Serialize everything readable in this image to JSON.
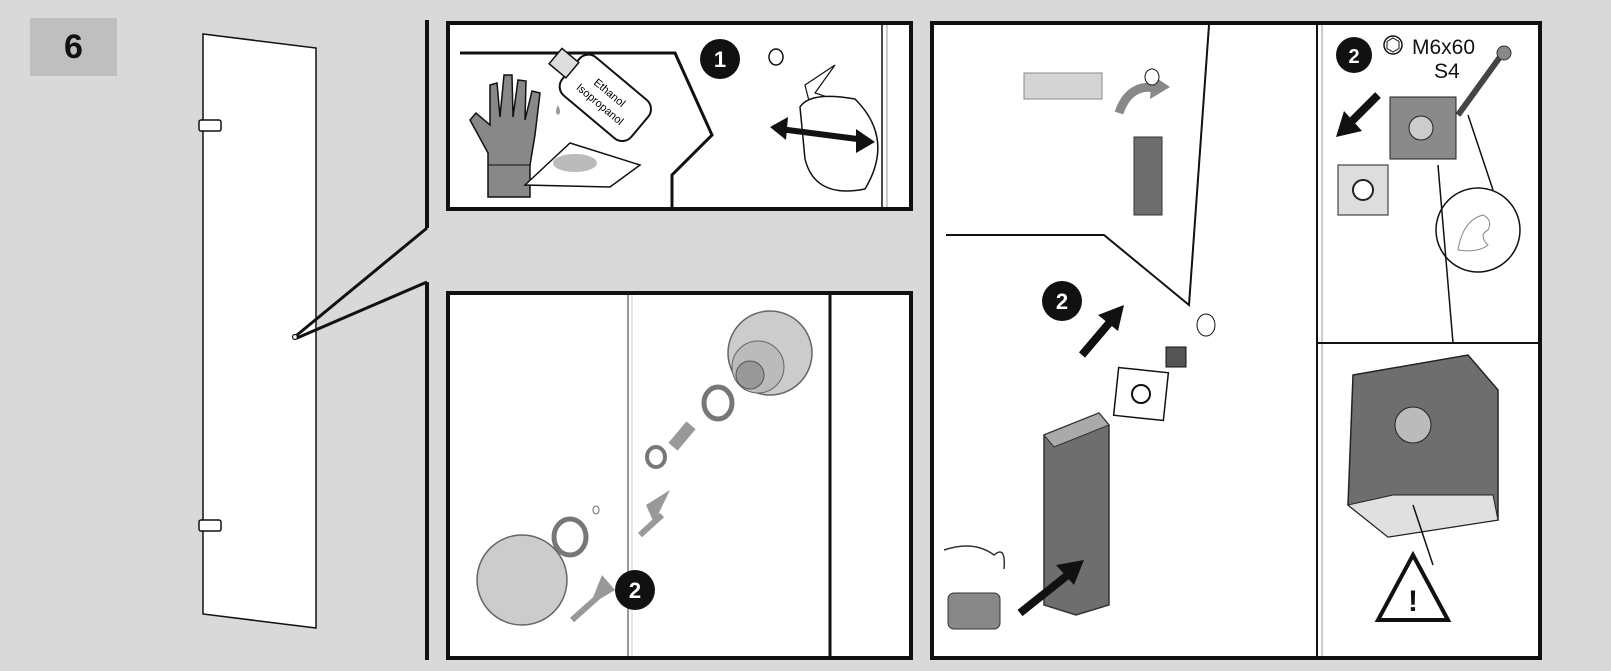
{
  "step": {
    "number": "6"
  },
  "panel_top": {
    "badge": "1",
    "bottle_label_1": "Ethanol",
    "bottle_label_2": "Isopropanol"
  },
  "panel_bottom_left": {
    "badge": "2"
  },
  "panel_right": {
    "badge": "2"
  },
  "panel_far_right": {
    "badge": "2",
    "screw_spec": "M6x60",
    "tool_size": "S4",
    "warning_symbol": "!"
  },
  "colors": {
    "background": "#d9d9d9",
    "step_box": "#bfbfbf",
    "outline": "#111111",
    "part_dark": "#6e6e6e",
    "part_mid": "#9a9a9a",
    "part_light": "#c8c8c8"
  },
  "icons": [
    "hand-glove-icon",
    "bottle-icon",
    "cloth-icon",
    "clean-arrows-icon",
    "warning-triangle-icon",
    "muscle-arm-icon",
    "hex-socket-icon"
  ]
}
